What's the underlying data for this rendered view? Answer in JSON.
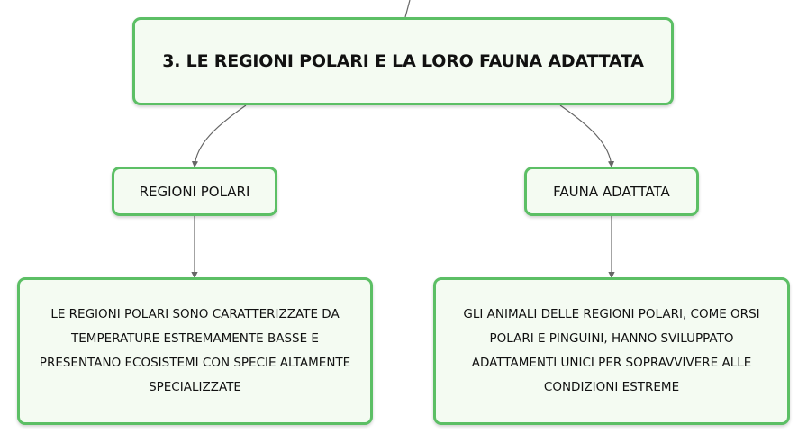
{
  "title": "3. LE REGIONI POLARI E LA LORO FAUNA ADATTATA",
  "branches": [
    {
      "label": "REGIONI POLARI",
      "text": "LE REGIONI POLARI SONO CARATTERIZZATE DA TEMPERATURE ESTREMAMENTE BASSE E PRESENTANO ECOSISTEMI CON SPECIE ALTAMENTE SPECIALIZZATE"
    },
    {
      "label": "FAUNA ADATTATA",
      "text": "GLI ANIMALI DELLE REGIONI POLARI, COME ORSI POLARI E PINGUINI, HANNO SVILUPPATO ADATTAMENTI UNICI PER SOPRAVVIVERE ALLE CONDIZIONI ESTREME"
    }
  ],
  "colors": {
    "node_border": "#5cbf65",
    "node_fill": "#f4fbf2",
    "connector": "#666666"
  }
}
